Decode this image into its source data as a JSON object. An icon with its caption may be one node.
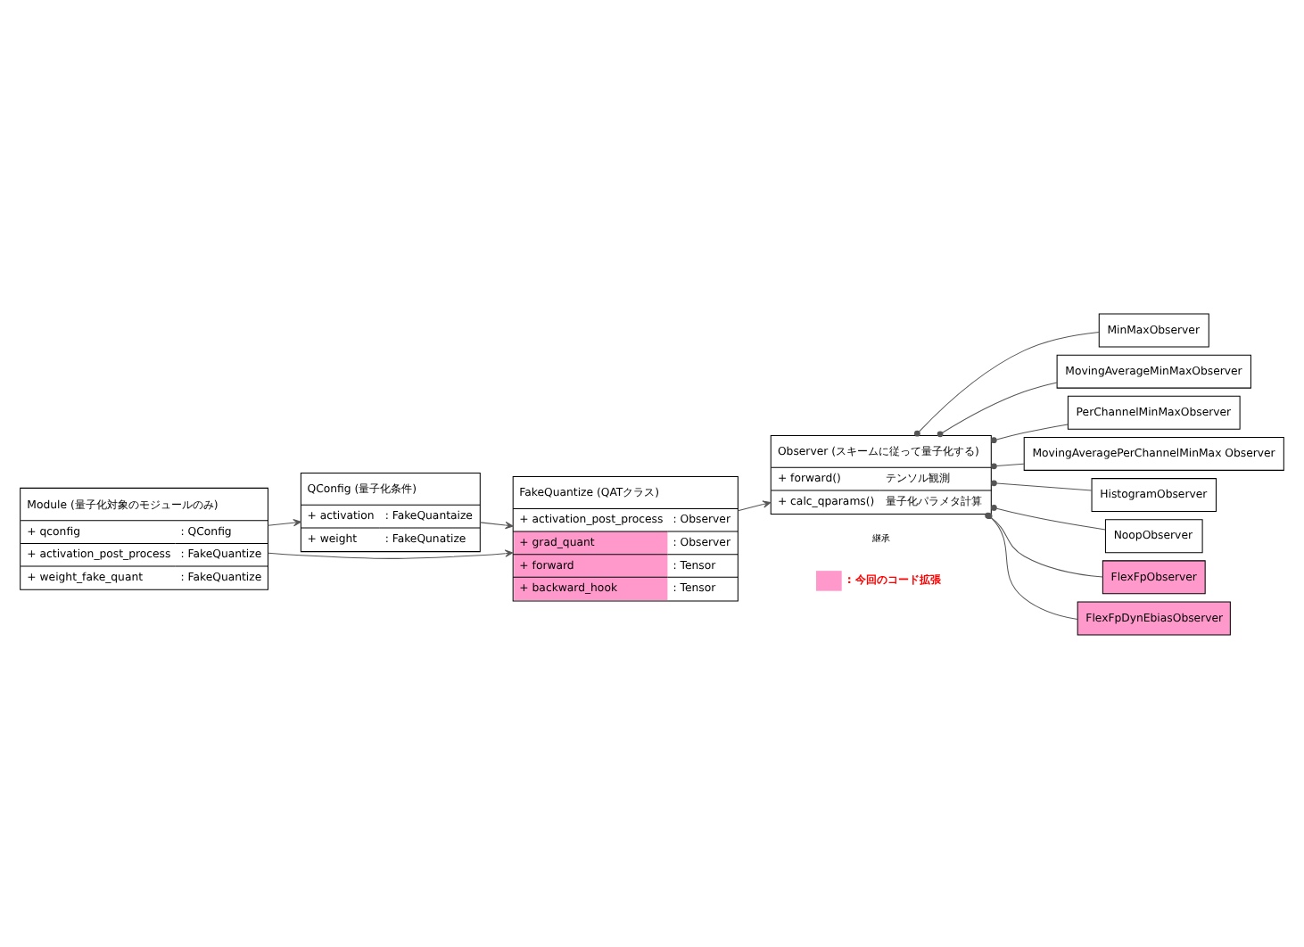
{
  "diagram": {
    "nodes": [
      {
        "text": [
          "Module (量子化対象のモジュールのみ)",
          "+ qconfig",
          ": QConfig",
          "+ activation_post_process",
          ": FakeQuantize",
          "+ weight_fake_quant",
          ": FakeQuantize"
        ]
      },
      {
        "text": [
          "QConfig (量子化条件)",
          "+ activation",
          ": FakeQuantaize",
          "+ weight",
          ": FakeQunatize"
        ]
      },
      {
        "text": [
          "FakeQuantize (QATクラス)",
          "+ activation_post_process",
          ": Observer",
          "+ grad_quant",
          ": Observer",
          "+ forward",
          ": Tensor",
          "+ backward_hook",
          ": Tensor"
        ]
      },
      {
        "text": [
          "Observer (スキームに従って量子化する)",
          "+ forward()",
          "テンソル観測",
          "+ calc_qparams()",
          "量子化パラメタ計算"
        ]
      },
      {
        "text": [
          "MinMaxObserver"
        ]
      },
      {
        "text": [
          "MovingAverageMinMaxObserver"
        ]
      },
      {
        "text": [
          "PerChannelMinMaxObserver"
        ]
      },
      {
        "text": [
          "MovingAveragePerChannelMinMax Observer"
        ]
      },
      {
        "text": [
          "HistogramObserver"
        ]
      },
      {
        "text": [
          "NoopObserver"
        ]
      },
      {
        "text": [
          "FlexFpObserver"
        ]
      },
      {
        "text": [
          "FlexFpDynEbiasObserver"
        ]
      }
    ],
    "edges": [
      {
        "from": 0,
        "to": 1,
        "arrow": "to"
      },
      {
        "from": 0,
        "to": 2,
        "arrow": "to"
      },
      {
        "from": 1,
        "to": 2,
        "arrow": "to"
      },
      {
        "from": 2,
        "to": 3,
        "arrow": "to"
      },
      {
        "from": 3,
        "to": 4,
        "arrow": "other"
      },
      {
        "from": 3,
        "to": 5,
        "arrow": "other"
      },
      {
        "from": 3,
        "to": 6,
        "arrow": "other"
      },
      {
        "from": 3,
        "to": 7,
        "arrow": "other"
      },
      {
        "from": 3,
        "to": 8,
        "arrow": "other"
      },
      {
        "from": 3,
        "to": 9,
        "arrow": "other"
      },
      {
        "from": 3,
        "to": 10,
        "arrow": "other"
      },
      {
        "from": 3,
        "to": 11,
        "arrow": "other"
      }
    ],
    "labels": [
      "継承"
    ],
    "legend": [
      {
        "text": ": 今回のコード拡張",
        "color": "#ff99cc"
      }
    ]
  }
}
